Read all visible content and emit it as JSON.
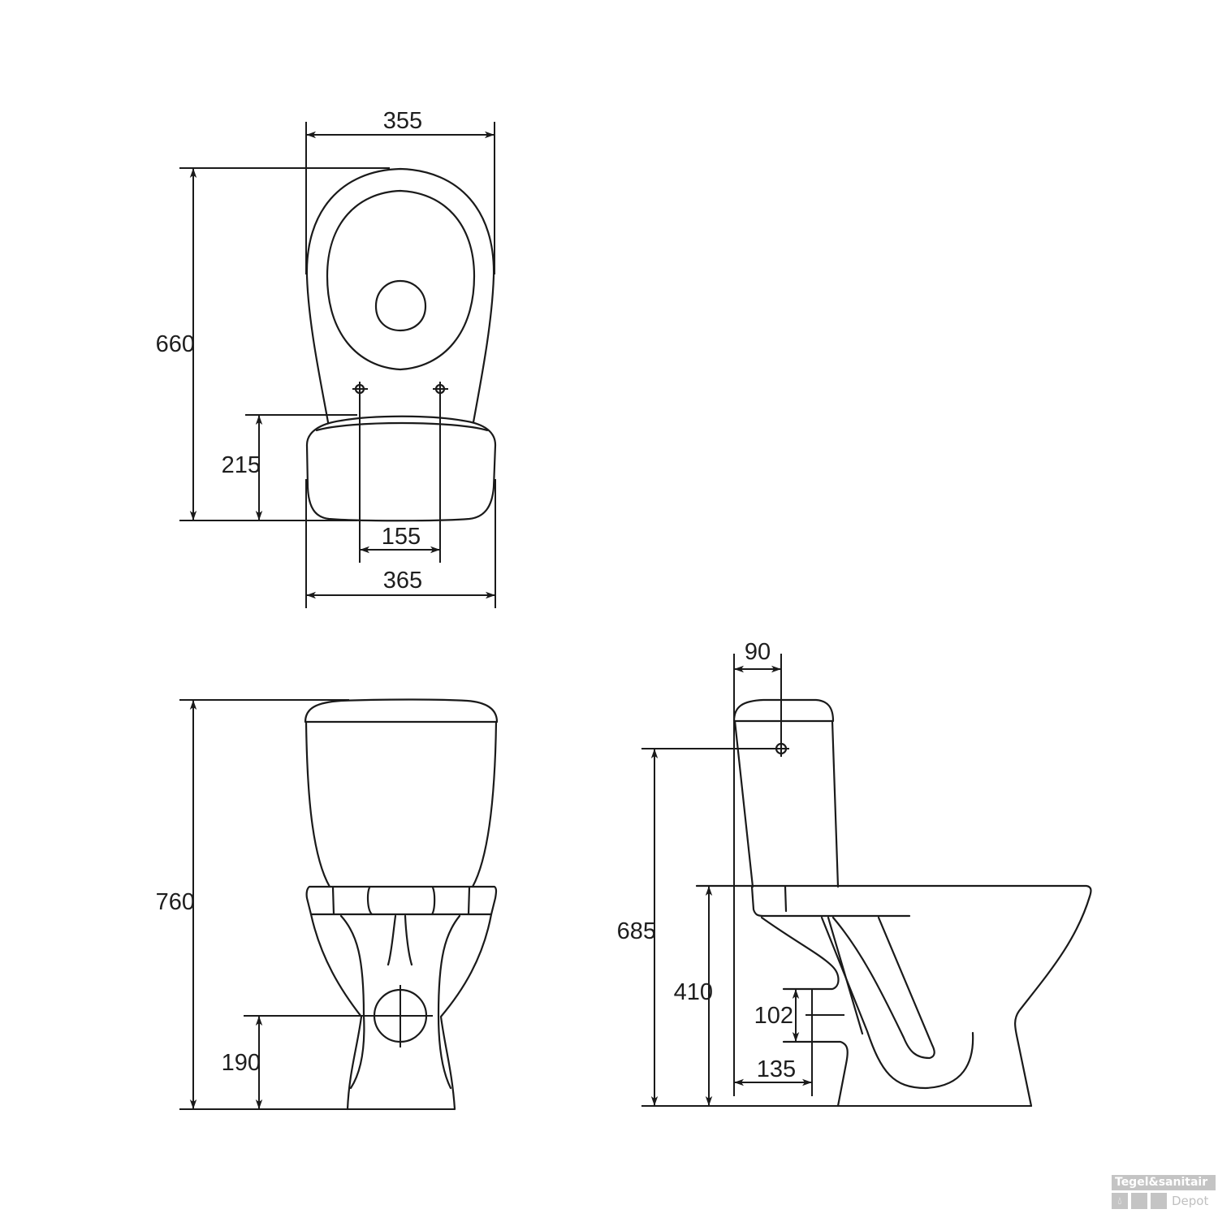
{
  "drawing": {
    "type": "technical dimension drawing",
    "subject": "close-coupled toilet",
    "units": "mm",
    "views": {
      "top": {
        "dimensions": {
          "top_width": "355",
          "total_depth": "660",
          "cistern_depth": "215",
          "fixing_hole_spacing": "155",
          "cistern_width": "365"
        }
      },
      "front": {
        "dimensions": {
          "total_height": "760",
          "outlet_height": "190"
        }
      },
      "side": {
        "dimensions": {
          "inlet_offset": "90",
          "inlet_height": "685",
          "seat_height": "410",
          "outlet_diameter": "102",
          "outlet_wall_distance": "135"
        }
      }
    }
  },
  "watermark": {
    "brand_line": "Tegel&sanitair",
    "sub_line": "Depot",
    "icon": "water-drop-icon",
    "color": "#c4c4c4"
  }
}
